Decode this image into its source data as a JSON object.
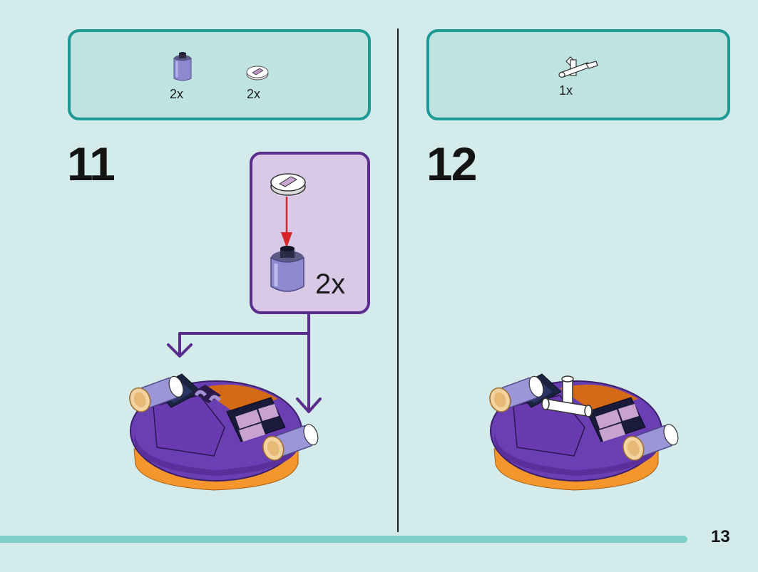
{
  "page_number": "13",
  "steps": [
    {
      "number": "11",
      "parts": [
        {
          "name": "round-brick-lavender",
          "qty": "2x"
        },
        {
          "name": "round-tile-printed",
          "qty": "2x"
        }
      ],
      "callout_qty": "2x"
    },
    {
      "number": "12",
      "parts": [
        {
          "name": "white-bar-connector",
          "qty": "1x"
        }
      ]
    }
  ],
  "colors": {
    "background": "#d3ebea",
    "parts_box_fill": "#bfe3e1",
    "parts_box_border": "#1d9a94",
    "callout_fill": "#d9c8e6",
    "callout_border": "#5a2d8c",
    "arrow_purple": "#5a2d8c",
    "arrow_red": "#d7262a",
    "progress_bar": "#7fcfc9"
  }
}
